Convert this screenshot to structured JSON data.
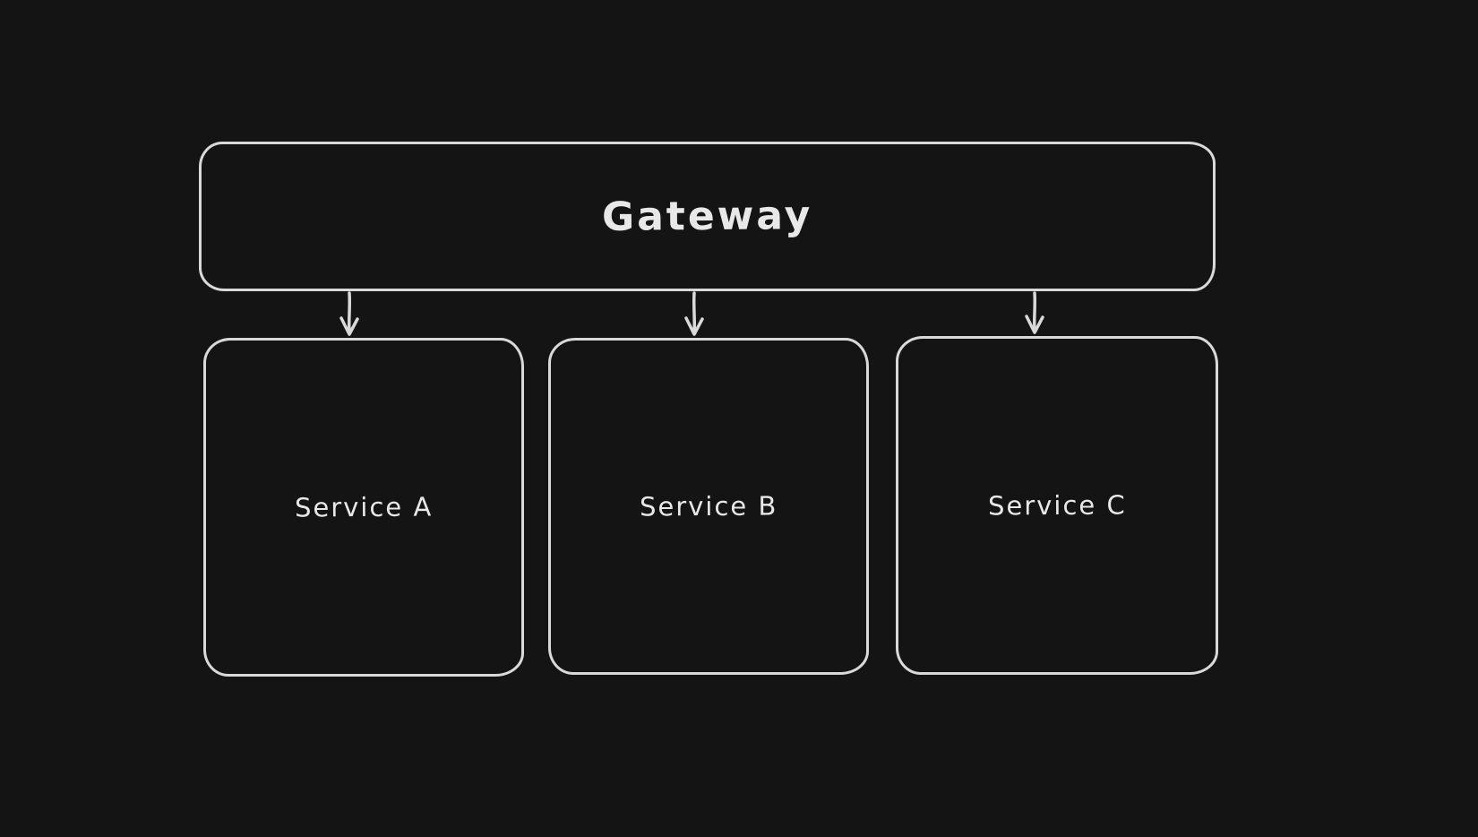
{
  "diagram": {
    "type": "flowchart",
    "style": "hand-drawn-sketch-dark",
    "colors": {
      "background": "#141414",
      "stroke": "#d9d9d9",
      "text": "#e8e8e8"
    },
    "nodes": [
      {
        "id": "gateway",
        "label": "Gateway",
        "shape": "rounded-rectangle"
      },
      {
        "id": "service-a",
        "label": "Service A",
        "shape": "rounded-rectangle"
      },
      {
        "id": "service-b",
        "label": "Service B",
        "shape": "rounded-rectangle"
      },
      {
        "id": "service-c",
        "label": "Service C",
        "shape": "rounded-rectangle"
      }
    ],
    "edges": [
      {
        "from": "gateway",
        "to": "service-a",
        "type": "arrow-down"
      },
      {
        "from": "gateway",
        "to": "service-b",
        "type": "arrow-down"
      },
      {
        "from": "gateway",
        "to": "service-c",
        "type": "arrow-down"
      }
    ]
  }
}
